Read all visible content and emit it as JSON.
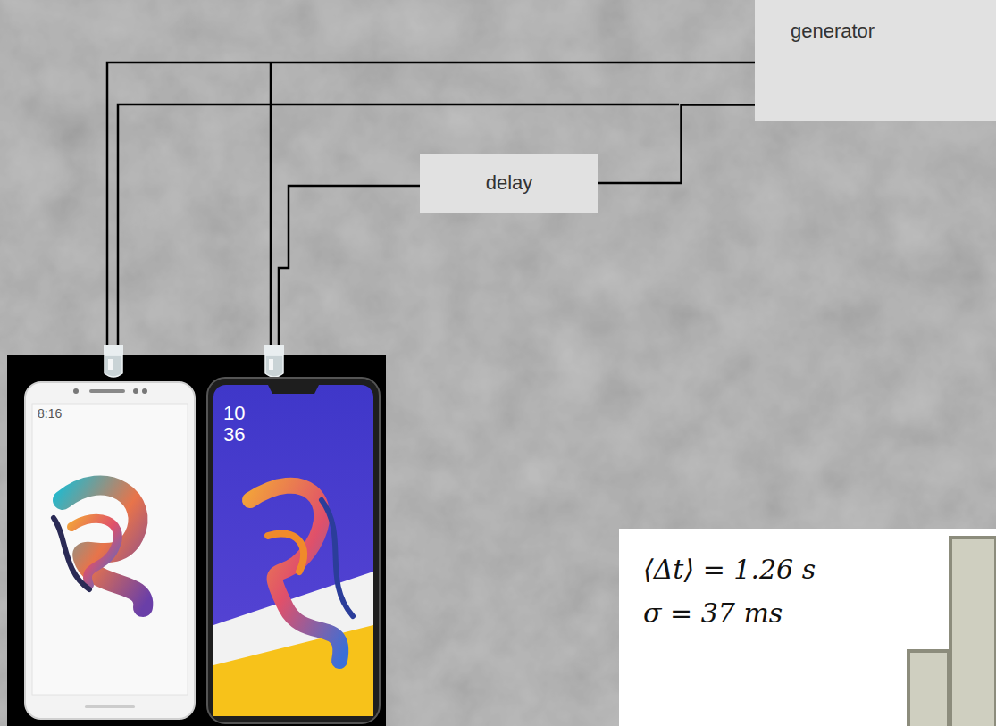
{
  "diagram": {
    "nodes": [
      {
        "text": [
          "generator"
        ]
      },
      {
        "text": [
          "delay"
        ]
      },
      {
        "text": [
          "⟨Δt⟩ = 1.26 s",
          "σ = 37 ms"
        ]
      }
    ],
    "edges": [
      {
        "from": 0,
        "to": 1,
        "arrow": "none"
      }
    ],
    "labels": [
      "8:16",
      "10",
      "36"
    ]
  }
}
